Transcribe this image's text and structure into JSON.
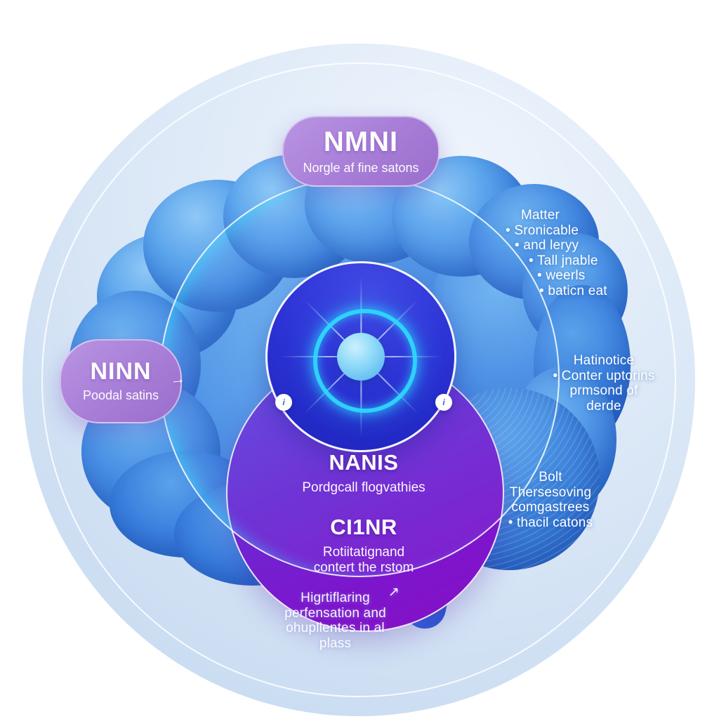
{
  "pills": {
    "top": {
      "title": "NMNI",
      "subtitle": "Norgle af fine satons"
    },
    "left": {
      "title": "NINN",
      "subtitle": "Poodal satins"
    }
  },
  "arrows": {
    "left_pill_arrow": "→",
    "bottom_note_arrow": "↗"
  },
  "center_circle": {
    "heading_1": "NANIS",
    "subtitle_1": "Pordgcall flogvathies",
    "heading_2": "CI1NR",
    "subtitle_2_line1": "Rotiitatignand",
    "subtitle_2_line2": "contert the rstom"
  },
  "markers": {
    "info_symbol": "i"
  },
  "annotations": {
    "top_right": {
      "heading": "Matter",
      "items": [
        "• Sronicable",
        "• and leryy",
        "• Tall jnable",
        "• weerls",
        "• baticn eat"
      ]
    },
    "mid_right": {
      "lines": [
        "Hatinotice",
        "• Conter uptorins",
        "prmsond of",
        "derde"
      ]
    },
    "bottom_right": {
      "lines": [
        "Bolt",
        "Thersesoving",
        "comgastrees",
        "• thacil catons"
      ]
    },
    "bottom_note": {
      "lines": [
        "Higrtiflaring",
        "perfensation and",
        "ohupllentes in al",
        "plass"
      ]
    }
  },
  "colors": {
    "background": "#ffffff",
    "outer_circle": "#d9e6f6",
    "brain_blue": "#3b82dd",
    "core_circle_blue": "#2b32d2",
    "glow_cyan": "#2ddaff",
    "sphere_blue": "#8fd8f8",
    "purple_circle": "#7d15cc",
    "pill_purple": "#a77dd7",
    "text_white": "#ffffff"
  }
}
